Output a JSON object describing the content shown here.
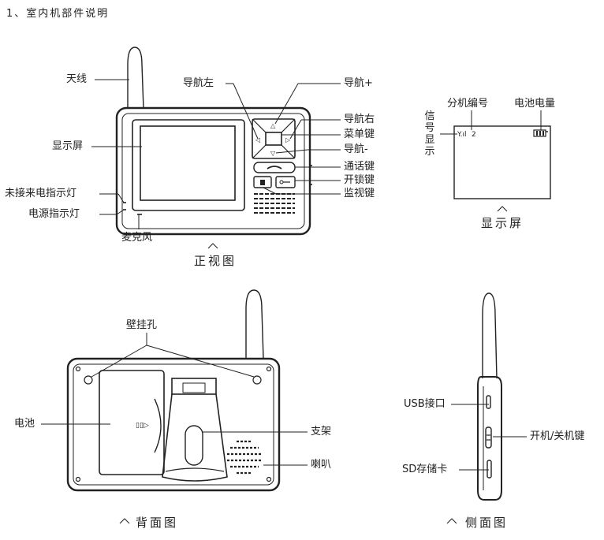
{
  "heading": "1、室内机部件说明",
  "front": {
    "caption": "正视图",
    "labels": {
      "antenna": "天线",
      "screen": "显示屏",
      "missed_call_led": "未接来电指示灯",
      "power_led": "电源指示灯",
      "microphone": "麦克风",
      "nav_left": "导航左",
      "nav_plus": "导航+",
      "nav_right": "导航右",
      "menu_key": "菜单键",
      "nav_minus": "导航-",
      "call_key": "通话键",
      "unlock_key": "开锁键",
      "monitor_key": "监视键"
    }
  },
  "display": {
    "caption": "显示屏",
    "labels": {
      "extension_number": "分机编号",
      "battery_level": "电池电量",
      "signal_display": "信号显示"
    },
    "screen_text": {
      "signal": "Y.ıl",
      "extension": "2"
    }
  },
  "back": {
    "caption": "背面图",
    "labels": {
      "mount_holes": "壁挂孔",
      "battery": "电池",
      "stand": "支架",
      "speaker": "喇叭"
    }
  },
  "side": {
    "caption": "侧面图",
    "labels": {
      "usb_port": "USB接口",
      "power_key": "开机/关机键",
      "sd_card": "SD存储卡"
    }
  },
  "colors": {
    "line": "#222222",
    "background": "#ffffff"
  }
}
